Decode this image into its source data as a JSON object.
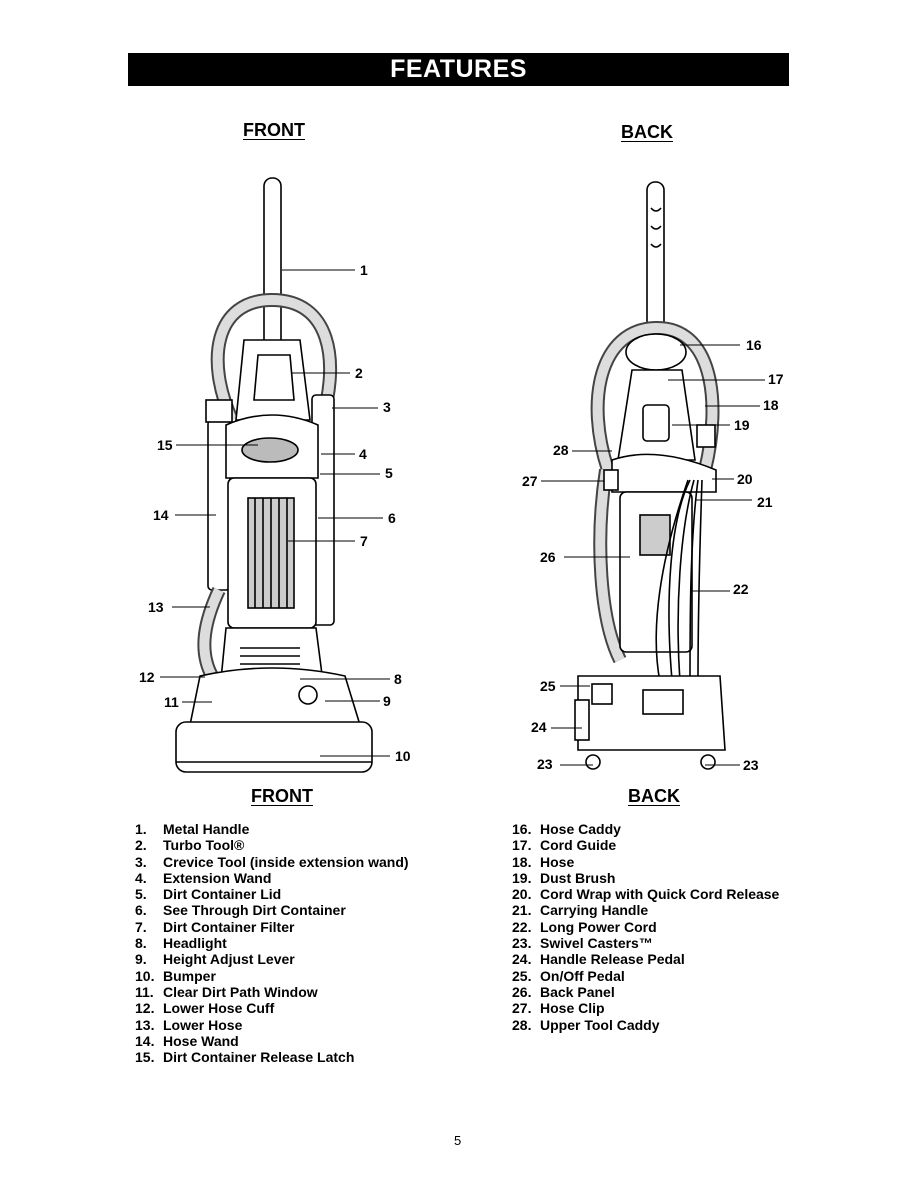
{
  "banner": {
    "title": "FEATURES"
  },
  "front": {
    "heading_top": "FRONT",
    "heading_bottom": "FRONT",
    "callouts": [
      "1",
      "2",
      "3",
      "4",
      "5",
      "6",
      "7",
      "8",
      "9",
      "10",
      "11",
      "12",
      "13",
      "14",
      "15"
    ],
    "legend": [
      {
        "num": "1.",
        "label": "Metal Handle"
      },
      {
        "num": "2.",
        "label": "Turbo Tool®"
      },
      {
        "num": "3.",
        "label": "Crevice Tool (inside extension wand)"
      },
      {
        "num": "4.",
        "label": "Extension Wand"
      },
      {
        "num": "5.",
        "label": "Dirt Container Lid"
      },
      {
        "num": "6.",
        "label": "See Through Dirt Container"
      },
      {
        "num": "7.",
        "label": "Dirt Container  Filter"
      },
      {
        "num": "8.",
        "label": "Headlight"
      },
      {
        "num": "9.",
        "label": "Height Adjust Lever"
      },
      {
        "num": "10.",
        "label": "Bumper"
      },
      {
        "num": "11.",
        "label": "Clear Dirt Path Window"
      },
      {
        "num": "12.",
        "label": "Lower Hose Cuff"
      },
      {
        "num": "13.",
        "label": "Lower Hose"
      },
      {
        "num": "14.",
        "label": "Hose Wand"
      },
      {
        "num": "15.",
        "label": "Dirt Container  Release Latch"
      }
    ]
  },
  "back": {
    "heading_top": "BACK",
    "heading_bottom": "BACK",
    "callouts": [
      "16",
      "17",
      "18",
      "19",
      "20",
      "21",
      "22",
      "23",
      "23",
      "24",
      "25",
      "26",
      "27",
      "28"
    ],
    "legend": [
      {
        "num": "16.",
        "label": "Hose Caddy"
      },
      {
        "num": "17.",
        "label": "Cord Guide"
      },
      {
        "num": "18.",
        "label": "Hose"
      },
      {
        "num": "19.",
        "label": "Dust Brush"
      },
      {
        "num": "20.",
        "label": "Cord Wrap with Quick Cord Release"
      },
      {
        "num": "21.",
        "label": "Carrying Handle"
      },
      {
        "num": "22.",
        "label": "Long Power Cord"
      },
      {
        "num": "23.",
        "label": "Swivel Casters™"
      },
      {
        "num": "24.",
        "label": "Handle Release Pedal"
      },
      {
        "num": "25.",
        "label": "On/Off Pedal"
      },
      {
        "num": "26.",
        "label": "Back Panel"
      },
      {
        "num": "27.",
        "label": "Hose Clip"
      },
      {
        "num": "28.",
        "label": "Upper Tool Caddy"
      }
    ]
  },
  "page": {
    "number": "5"
  }
}
